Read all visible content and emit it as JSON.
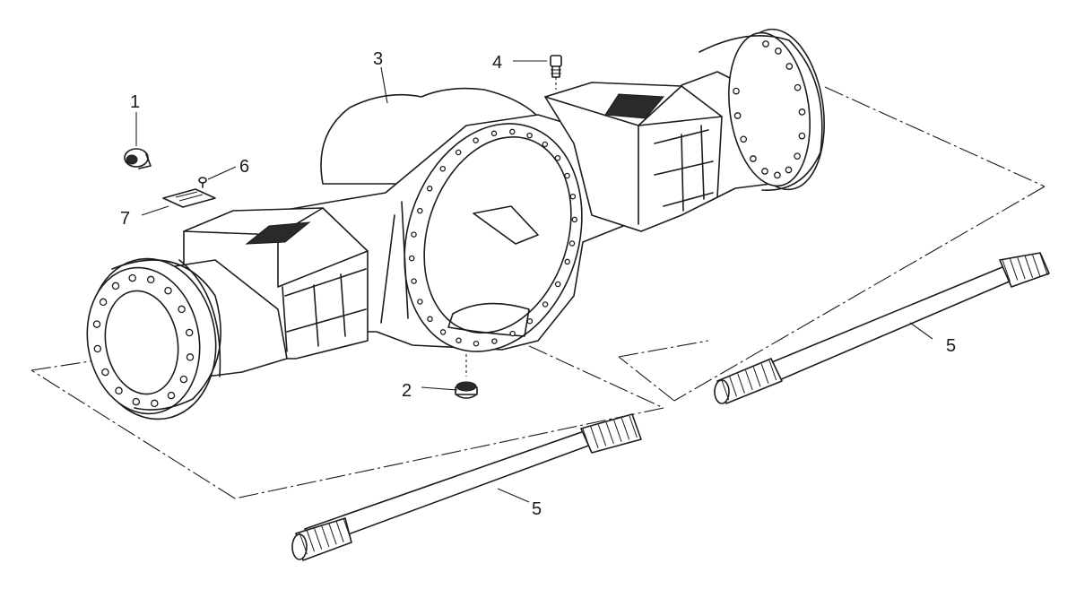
{
  "diagram": {
    "callouts": [
      {
        "id": "1",
        "label": "1"
      },
      {
        "id": "2",
        "label": "2"
      },
      {
        "id": "3",
        "label": "3"
      },
      {
        "id": "4",
        "label": "4"
      },
      {
        "id": "5a",
        "label": "5"
      },
      {
        "id": "5b",
        "label": "5"
      },
      {
        "id": "6",
        "label": "6"
      },
      {
        "id": "7",
        "label": "7"
      }
    ]
  }
}
